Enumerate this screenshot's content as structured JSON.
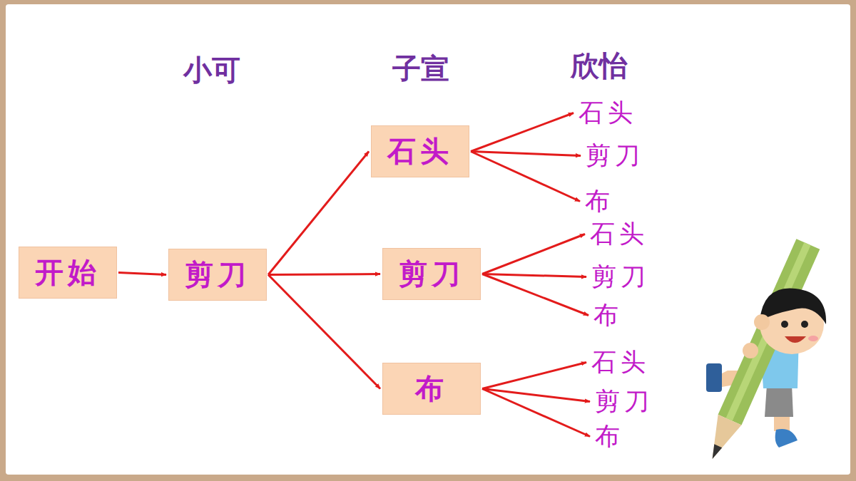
{
  "diagram": {
    "nodes": [
      {
        "text": [
          "开始"
        ]
      },
      {
        "text": [
          "剪刀"
        ]
      },
      {
        "text": [
          "石头"
        ]
      },
      {
        "text": [
          "剪刀"
        ]
      },
      {
        "text": [
          "布"
        ]
      },
      {
        "text": [
          "石头"
        ]
      },
      {
        "text": [
          "剪刀"
        ]
      },
      {
        "text": [
          "布"
        ]
      },
      {
        "text": [
          "石头"
        ]
      },
      {
        "text": [
          "剪刀"
        ]
      },
      {
        "text": [
          "布"
        ]
      },
      {
        "text": [
          "石头"
        ]
      },
      {
        "text": [
          "剪刀"
        ]
      },
      {
        "text": [
          "布"
        ]
      }
    ],
    "edges": [
      {
        "from": 0,
        "to": 1,
        "arrow": "to"
      },
      {
        "from": 1,
        "to": 2,
        "arrow": "to"
      },
      {
        "from": 1,
        "to": 3,
        "arrow": "to"
      },
      {
        "from": 1,
        "to": 4,
        "arrow": "to"
      },
      {
        "from": 2,
        "to": 5,
        "arrow": "to"
      },
      {
        "from": 2,
        "to": 6,
        "arrow": "to"
      },
      {
        "from": 2,
        "to": 7,
        "arrow": "to"
      },
      {
        "from": 3,
        "to": 8,
        "arrow": "to"
      },
      {
        "from": 3,
        "to": 9,
        "arrow": "to"
      },
      {
        "from": 3,
        "to": 10,
        "arrow": "to"
      },
      {
        "from": 4,
        "to": 11,
        "arrow": "to"
      },
      {
        "from": 4,
        "to": 12,
        "arrow": "to"
      },
      {
        "from": 4,
        "to": 13,
        "arrow": "to"
      }
    ],
    "labels": [
      "小可",
      "子宣",
      "欣怡"
    ]
  }
}
